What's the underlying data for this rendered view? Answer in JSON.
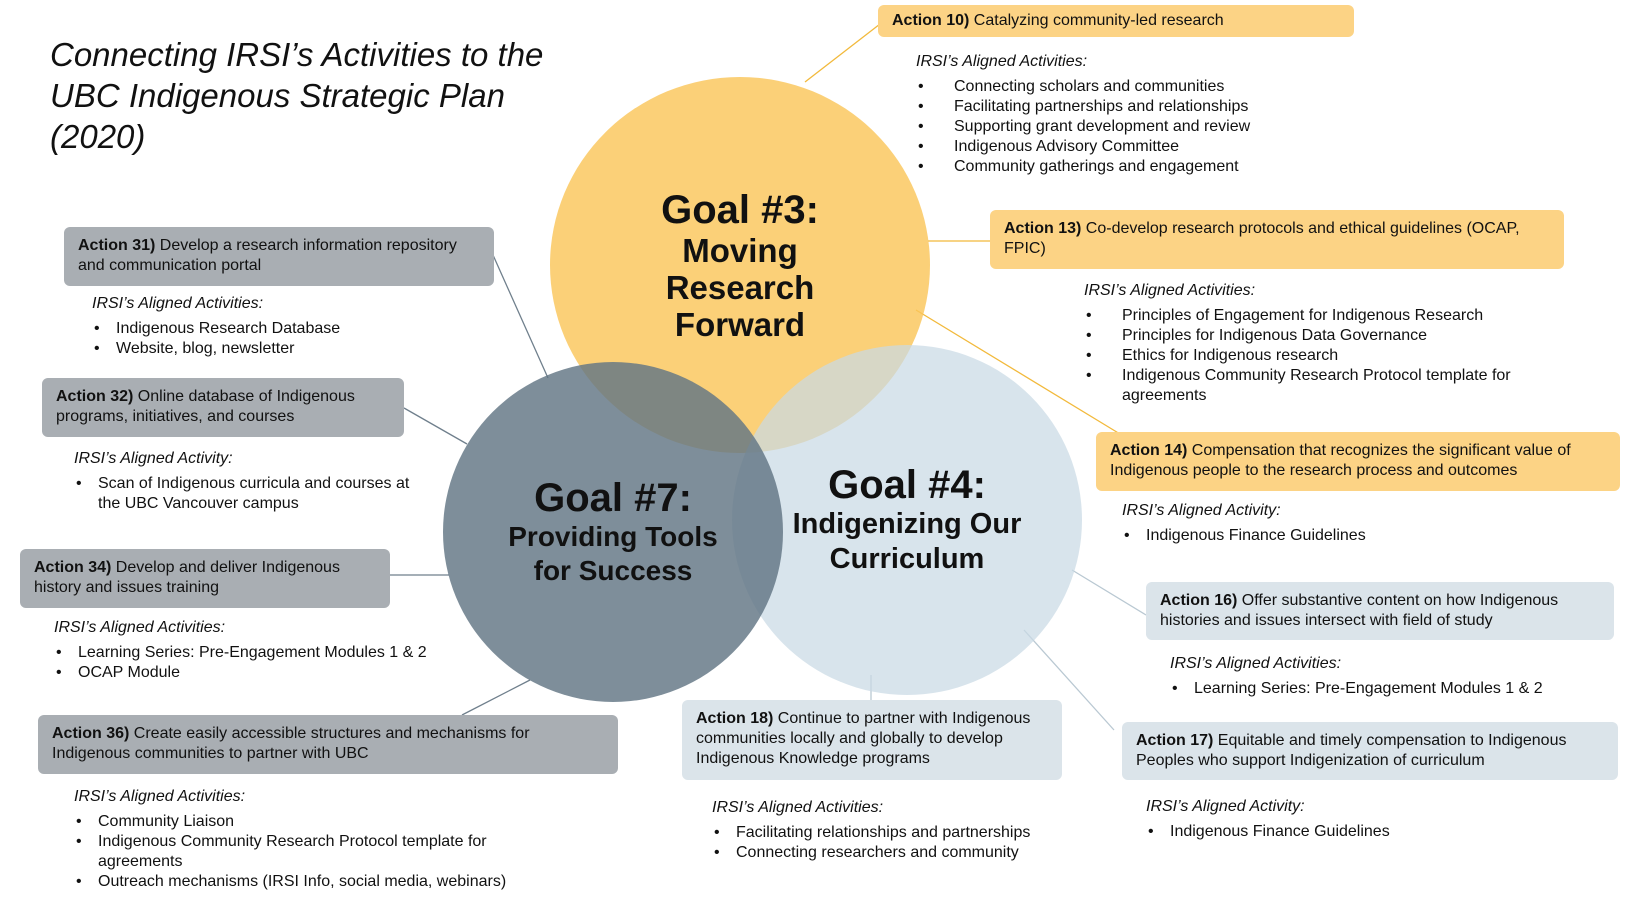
{
  "title": "Connecting IRSI’s Activities to the UBC Indigenous Strategic Plan (2020)",
  "goals": {
    "g3": {
      "number": "Goal #3:",
      "name": "Moving Research Forward",
      "color": "#fac65a"
    },
    "g7": {
      "number": "Goal #7:",
      "name": "Providing Tools for Success",
      "color": "#627584"
    },
    "g4": {
      "number": "Goal #4:",
      "name": "Indigenizing Our Curriculum",
      "color": "#c9dae4"
    }
  },
  "actions": {
    "a10": {
      "label": "Action 10)",
      "text": "Catalyzing community-led research",
      "heading": "IRSI’s Aligned Activities:",
      "items": [
        "Connecting scholars and communities",
        "Facilitating partnerships and relationships",
        "Supporting grant development and review",
        "Indigenous Advisory Committee",
        "Community gatherings and engagement"
      ]
    },
    "a13": {
      "label": "Action 13)",
      "text": "Co-develop research protocols and ethical guidelines (OCAP, FPIC)",
      "heading": "IRSI’s Aligned Activities:",
      "items": [
        "Principles of Engagement for Indigenous Research",
        "Principles for Indigenous Data Governance",
        "Ethics for Indigenous research",
        "Indigenous Community Research Protocol template for agreements"
      ]
    },
    "a14": {
      "label": "Action 14)",
      "text": "Compensation that recognizes the significant value of Indigenous people to the research process and outcomes",
      "heading": "IRSI’s Aligned Activity:",
      "items": [
        "Indigenous Finance Guidelines"
      ]
    },
    "a16": {
      "label": "Action 16)",
      "text": "Offer substantive content on how Indigenous histories and issues intersect with field of study",
      "heading": "IRSI’s Aligned Activities:",
      "items": [
        "Learning Series: Pre-Engagement Modules 1 & 2"
      ]
    },
    "a17": {
      "label": "Action 17)",
      "text": "Equitable and timely compensation to Indigenous Peoples who support Indigenization of curriculum",
      "heading": "IRSI’s Aligned Activity:",
      "items": [
        "Indigenous Finance Guidelines"
      ]
    },
    "a18": {
      "label": "Action 18)",
      "text": "Continue to partner with Indigenous communities locally and globally to develop Indigenous Knowledge programs",
      "heading": "IRSI’s Aligned Activities:",
      "items": [
        "Facilitating relationships and partnerships",
        "Connecting researchers and community"
      ]
    },
    "a31": {
      "label": "Action 31)",
      "text": "Develop a research information repository and communication portal",
      "heading": "IRSI’s Aligned Activities:",
      "items": [
        "Indigenous Research Database",
        "Website, blog, newsletter"
      ]
    },
    "a32": {
      "label": "Action 32)",
      "text": "Online database of Indigenous programs, initiatives, and courses",
      "heading": "IRSI’s Aligned Activity:",
      "items": [
        "Scan of Indigenous curricula and courses at the UBC Vancouver campus"
      ]
    },
    "a34": {
      "label": "Action 34)",
      "text": "Develop and deliver Indigenous history and issues training",
      "heading": "IRSI’s Aligned Activities:",
      "items": [
        "Learning Series: Pre-Engagement Modules 1 & 2",
        "OCAP Module"
      ]
    },
    "a36": {
      "label": "Action 36)",
      "text": "Create easily accessible structures and mechanisms for Indigenous communities to partner with UBC",
      "heading": "IRSI’s Aligned Activities:",
      "items": [
        "Community Liaison",
        "Indigenous Community Research Protocol template for agreements",
        "Outreach mechanisms (IRSI Info, social media, webinars)"
      ]
    }
  },
  "colors": {
    "yellow_box": "#fcd385",
    "grey_box": "#a9aeb3",
    "light_box": "#dbe4ea",
    "yellow_line": "#f2b93b",
    "grey_line": "#6f7f8c",
    "light_line": "#b9c8d2"
  }
}
